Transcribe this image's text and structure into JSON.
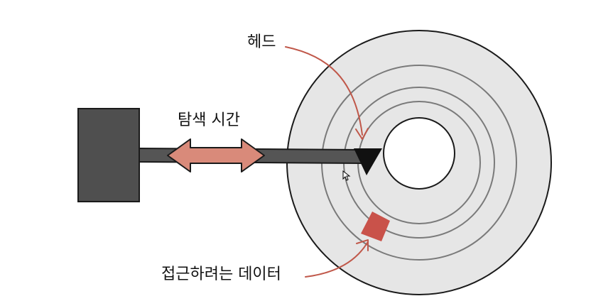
{
  "labels": {
    "head": "헤드",
    "seek_time": "탐색 시간",
    "target_data": "접근하려는 데이터"
  },
  "colors": {
    "platter": "#e6e6e6",
    "track_line": "#7a7a7a",
    "outline": "#1a1a1a",
    "arm": "#555555",
    "actuator": "#4f4f4f",
    "head": "#111111",
    "arrow_fill": "#d98a7a",
    "annotation_arrow": "#c0584a",
    "target_sector": "#c9524a"
  }
}
